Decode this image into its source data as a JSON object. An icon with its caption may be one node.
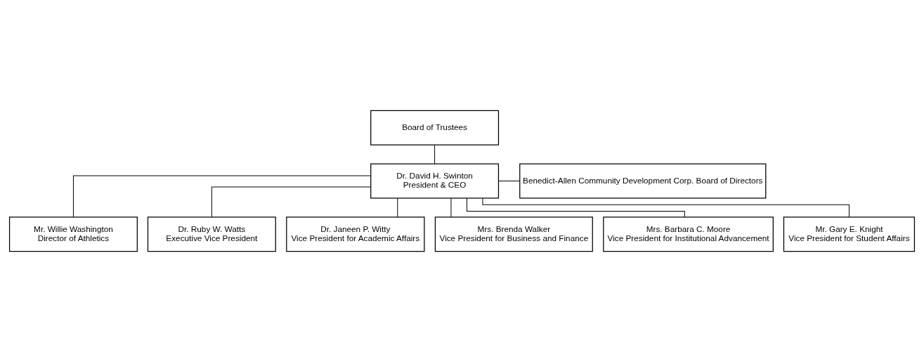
{
  "diagram": {
    "nodes": [
      {
        "text": [
          "Board of Trustees"
        ]
      },
      {
        "text": [
          "Dr. David H. Swinton",
          "President & CEO"
        ]
      },
      {
        "text": [
          "Benedict-Allen Community Development Corp. Board of Directors"
        ]
      },
      {
        "text": [
          "Mr. Willie Washington",
          "Director of Athletics"
        ]
      },
      {
        "text": [
          "Dr. Ruby W. Watts",
          "Executive Vice President"
        ]
      },
      {
        "text": [
          "Dr. Janeen P. Witty",
          "Vice President for Academic Affairs"
        ]
      },
      {
        "text": [
          "Mrs. Brenda Walker",
          "Vice President for Business and Finance"
        ]
      },
      {
        "text": [
          "Mrs. Barbara C. Moore",
          "Vice President for Institutional Advancement"
        ]
      },
      {
        "text": [
          "Mr. Gary E. Knight",
          "Vice President for Student Affairs"
        ]
      }
    ],
    "edges": [
      {
        "from": 0,
        "to": 1,
        "arrow": "none"
      },
      {
        "from": 1,
        "to": 2,
        "arrow": "none"
      },
      {
        "from": 1,
        "to": 3,
        "arrow": "none"
      },
      {
        "from": 1,
        "to": 4,
        "arrow": "none"
      },
      {
        "from": 1,
        "to": 5,
        "arrow": "none"
      },
      {
        "from": 1,
        "to": 6,
        "arrow": "none"
      },
      {
        "from": 1,
        "to": 7,
        "arrow": "none"
      },
      {
        "from": 1,
        "to": 8,
        "arrow": "none"
      }
    ]
  }
}
